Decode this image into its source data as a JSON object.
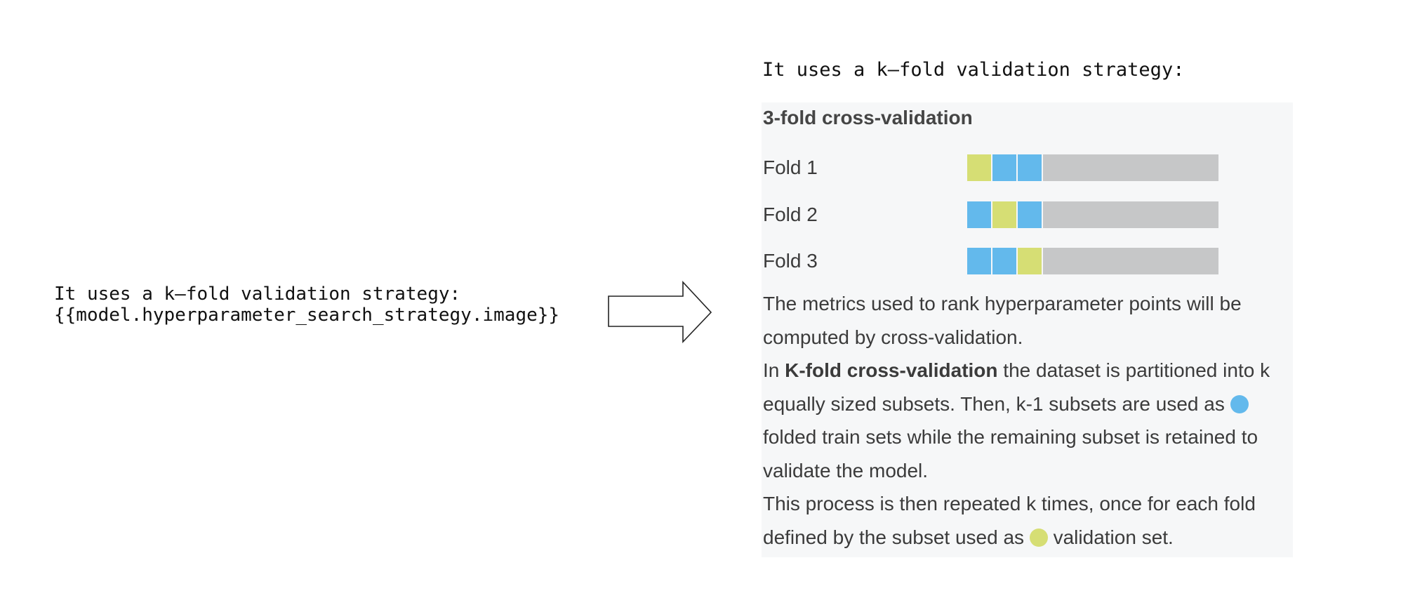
{
  "left": {
    "line1": "It uses a k–fold validation strategy:",
    "line2": "{{model.hyperparameter_search_strategy.image}}"
  },
  "right": {
    "heading": "It uses a k–fold validation strategy:",
    "panel_title": "3-fold cross-validation",
    "colors": {
      "train": "#63b9ec",
      "validation": "#d6de74",
      "rest": "#c6c7c8",
      "panel_bg": "#f6f7f8"
    },
    "folds": [
      {
        "label": "Fold 1",
        "segments": [
          "validation",
          "train",
          "train",
          "rest"
        ]
      },
      {
        "label": "Fold 2",
        "segments": [
          "train",
          "validation",
          "train",
          "rest"
        ]
      },
      {
        "label": "Fold 3",
        "segments": [
          "train",
          "train",
          "validation",
          "rest"
        ]
      }
    ],
    "description": {
      "p1": "The metrics used to rank hyperparameter points will be computed by cross-validation.",
      "p2_prefix": "In ",
      "p2_bold": "K-fold cross-validation",
      "p2_middle": " the dataset is partitioned into k equally sized subsets. Then, k-1 subsets are used as ",
      "p2_suffix": " folded train sets while the remaining subset is retained to validate the model.",
      "p3_prefix": "This process is then repeated k times, once for each fold defined by the subset used as ",
      "p3_suffix": " validation set."
    }
  }
}
